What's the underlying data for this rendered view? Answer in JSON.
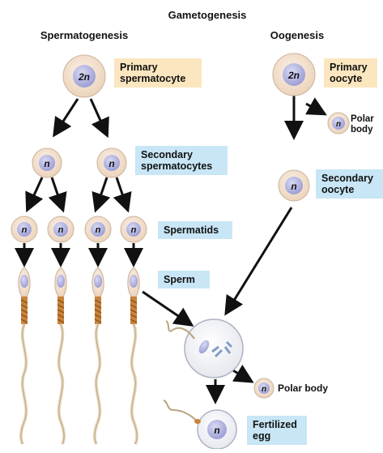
{
  "title": "Gametogenesis",
  "headings": {
    "left": "Spermatogenesis",
    "right": "Oogenesis"
  },
  "cell_labels": {
    "diploid": "2n",
    "haploid": "n"
  },
  "labels": {
    "primary_spermatocyte": [
      "Primary",
      "spermatocyte"
    ],
    "secondary_spermatocytes": [
      "Secondary",
      "spermatocytes"
    ],
    "spermatids": "Spermatids",
    "sperm": "Sperm",
    "primary_oocyte": [
      "Primary",
      "oocyte"
    ],
    "polar_body_top": [
      "Polar",
      "body"
    ],
    "secondary_oocyte": [
      "Secondary",
      "oocyte"
    ],
    "polar_body_bottom": "Polar body",
    "fertilized_egg": [
      "Fertilized",
      "egg"
    ]
  },
  "colors": {
    "label_tan": "#fbe6bf",
    "label_blue": "#c8e6f5",
    "cell_fill": "#f6e3cf",
    "nucleus_fill": "#b4b6e3",
    "tail_spiral": "#c9823a"
  }
}
